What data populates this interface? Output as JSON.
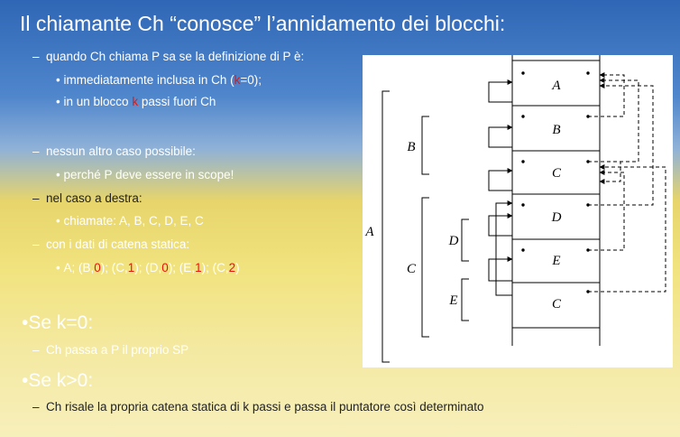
{
  "title": "Il chiamante Ch “conosce” l’annidamento dei blocchi:",
  "bullets": {
    "b1": "quando Ch chiama P sa se la definizione di P è:",
    "b1a_pre": "immediatamente inclusa in Ch (",
    "b1a_k": "k",
    "b1a_post": "=0);",
    "b1b_pre": "in un blocco ",
    "b1b_k": "k",
    "b1b_post": " passi fuori Ch",
    "b2": "nessun altro caso possibile:",
    "b2a": "perché P deve essere in scope!",
    "b3": "nel caso a destra:",
    "b3a": "chiamate: A, B, C, D, E, C",
    "b4": "con i dati di catena statica:",
    "b4a": {
      "p1": "A; (B,",
      "v1": "0",
      "p2": "); (C,",
      "v2": "1",
      "p3": "); (D,",
      "v3": "0",
      "p4": "); (E,",
      "v4": "1",
      "p5": "); (C,",
      "v5": "2",
      "p6": ")"
    }
  },
  "case_k0": {
    "heading": "•Se k=0:",
    "text": "Ch passa a P il proprio SP"
  },
  "case_k_gt0": {
    "heading": "•Se k>0:",
    "text": "Ch risale la propria catena statica di k passi e passa il puntatore così determinato"
  },
  "dash": "–",
  "dot": "•",
  "diagram": {
    "frames": [
      "A",
      "B",
      "C",
      "D",
      "E",
      "C"
    ],
    "nesting": {
      "outer": "A",
      "b": "B",
      "c": "C",
      "d": "D",
      "e": "E"
    }
  }
}
